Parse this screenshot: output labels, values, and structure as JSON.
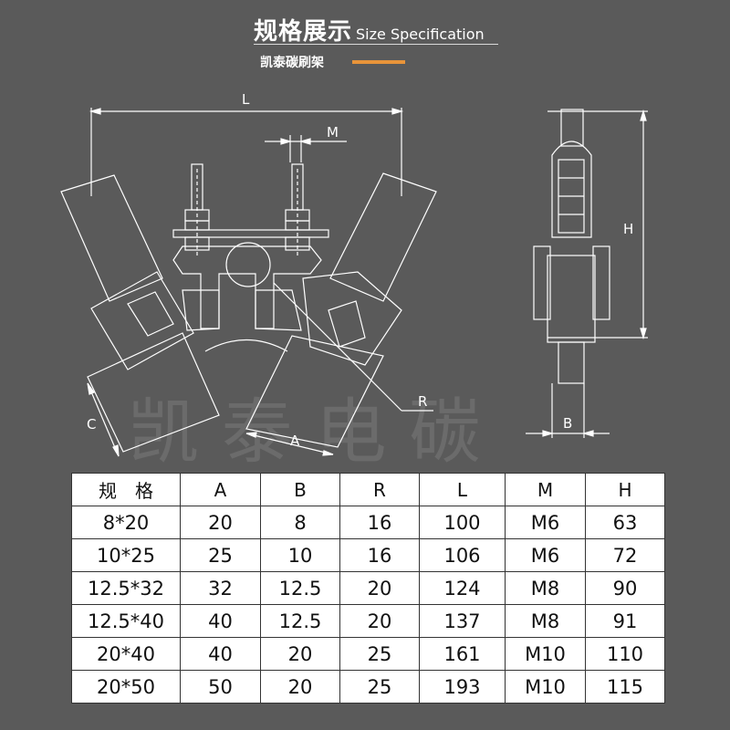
{
  "header": {
    "title_cn": "规格展示",
    "title_en": "Size Specification",
    "subtitle": "凯泰碳刷架",
    "accent_color": "#e8943a"
  },
  "watermark": "凯 泰 电 碳",
  "dimensions": {
    "L": "L",
    "M": "M",
    "H": "H",
    "R": "R",
    "C": "C",
    "A": "A",
    "B": "B"
  },
  "table": {
    "headers": [
      "规　格",
      "A",
      "B",
      "R",
      "L",
      "M",
      "H"
    ],
    "rows": [
      [
        "8*20",
        "20",
        "8",
        "16",
        "100",
        "M6",
        "63"
      ],
      [
        "10*25",
        "25",
        "10",
        "16",
        "106",
        "M6",
        "72"
      ],
      [
        "12.5*32",
        "32",
        "12.5",
        "20",
        "124",
        "M8",
        "90"
      ],
      [
        "12.5*40",
        "40",
        "12.5",
        "20",
        "137",
        "M8",
        "91"
      ],
      [
        "20*40",
        "40",
        "20",
        "25",
        "161",
        "M10",
        "110"
      ],
      [
        "20*50",
        "50",
        "20",
        "25",
        "193",
        "M10",
        "115"
      ]
    ]
  }
}
